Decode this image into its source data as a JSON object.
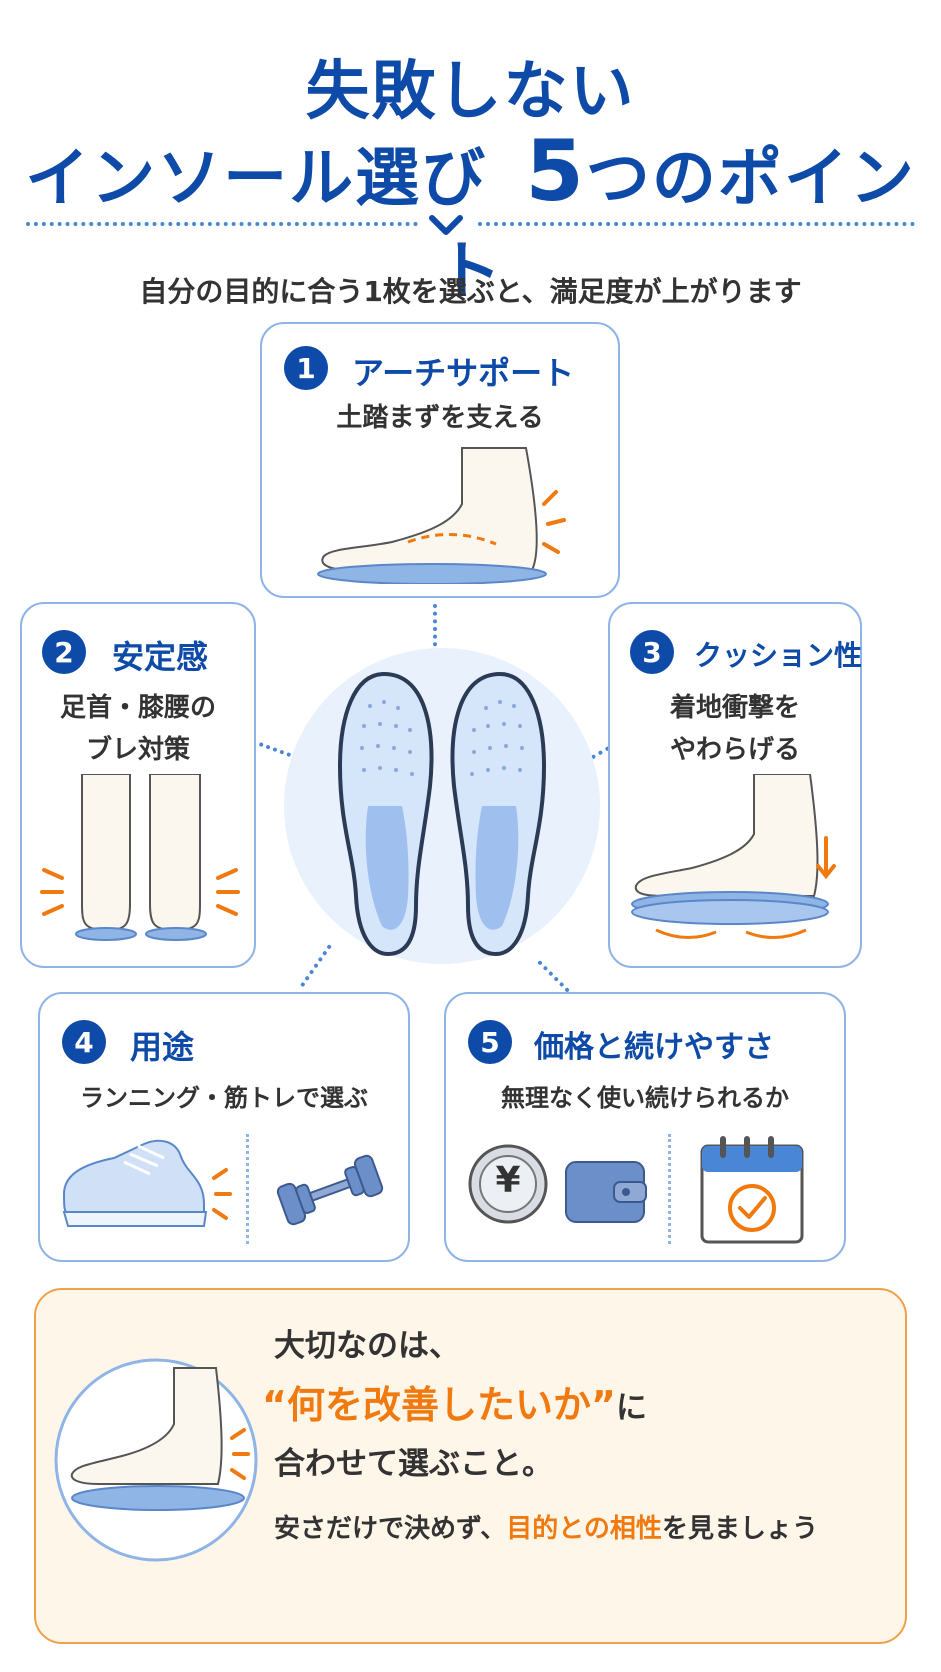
{
  "header": {
    "title_line1": "失敗しない",
    "title_line2": "インソール選び",
    "title_num": "5",
    "title_line2_end": "つのポイント",
    "subtitle": "自分の目的に合う1枚を選ぶと、満足度が上がります"
  },
  "points": [
    {
      "num": "1",
      "title": "アーチサポート",
      "desc": [
        "土踏まずを支える"
      ]
    },
    {
      "num": "2",
      "title": "安定感",
      "desc": [
        "足首・膝腰の",
        "ブレ対策"
      ]
    },
    {
      "num": "3",
      "title": "クッション性",
      "desc": [
        "着地衝撃を",
        "やわらげる"
      ]
    },
    {
      "num": "4",
      "title": "用途",
      "desc": [
        "ランニング・筋トレで選ぶ"
      ]
    },
    {
      "num": "5",
      "title": "価格と続けやすさ",
      "desc": [
        "無理なく使い続けられるか"
      ]
    }
  ],
  "icons": {
    "yen_symbol": "¥"
  },
  "footer": {
    "line1": "大切なのは、",
    "line2_quote": "“何を改善したいか”",
    "line2_end": "に",
    "line3": "合わせて選ぶこと。",
    "line4_start": "安さだけで決めず、",
    "line4_highlight": "目的との相性",
    "line4_end": "を見ましょう"
  },
  "colors": {
    "primary": "#0e4aa8",
    "accent": "#f07a10",
    "border": "#8fb4e6",
    "insole": "#8fb4e6"
  }
}
